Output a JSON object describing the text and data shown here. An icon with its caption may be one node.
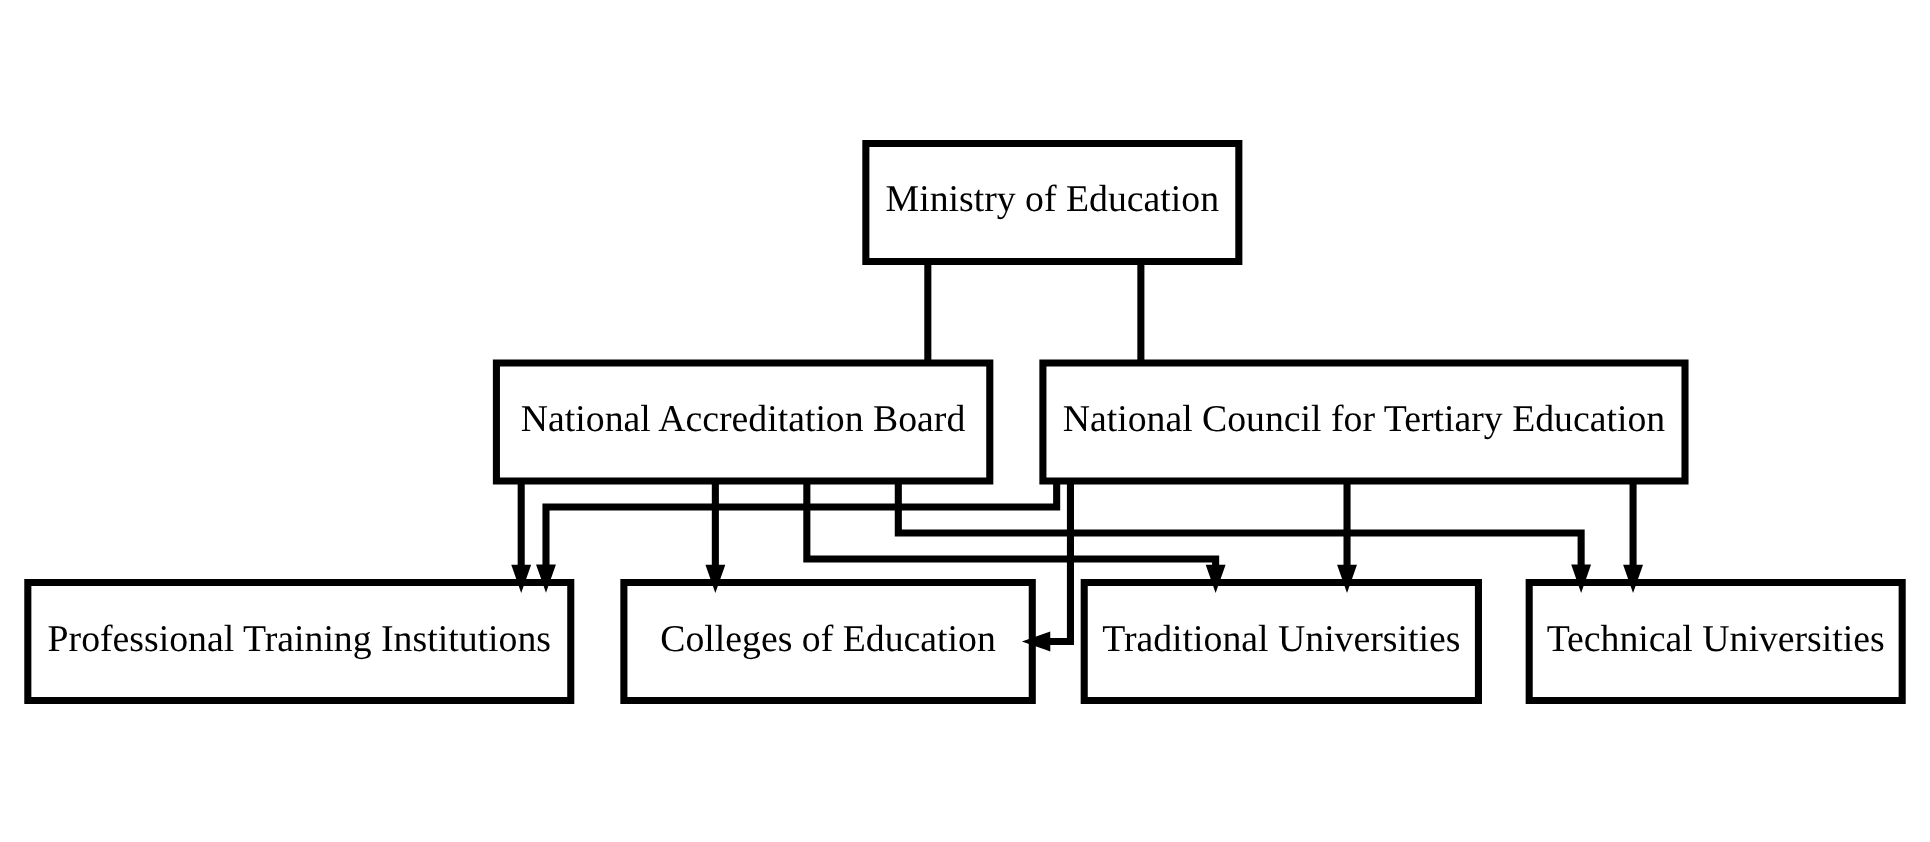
{
  "diagram": {
    "nodes": [
      {
        "text": [
          "Ministry of Education"
        ]
      },
      {
        "text": [
          "National Accreditation Board"
        ]
      },
      {
        "text": [
          "National Council for Tertiary Education"
        ]
      },
      {
        "text": [
          "Traditional Universities"
        ]
      },
      {
        "text": [
          "Technical Universities"
        ]
      },
      {
        "text": [
          "Professional Training Institutions"
        ]
      },
      {
        "text": [
          "Colleges of Education"
        ]
      }
    ],
    "edges": [
      {
        "from": 0,
        "to": 1,
        "arrow": "none"
      },
      {
        "from": 0,
        "to": 2,
        "arrow": "none"
      },
      {
        "from": 1,
        "to": 3,
        "arrow": "to"
      },
      {
        "from": 1,
        "to": 4,
        "arrow": "to"
      },
      {
        "from": 1,
        "to": 5,
        "arrow": "to"
      },
      {
        "from": 1,
        "to": 6,
        "arrow": "to"
      },
      {
        "from": 2,
        "to": 3,
        "arrow": "to"
      },
      {
        "from": 2,
        "to": 4,
        "arrow": "to"
      },
      {
        "from": 2,
        "to": 5,
        "arrow": "to"
      },
      {
        "from": 2,
        "to": 6,
        "arrow": "to"
      }
    ]
  }
}
